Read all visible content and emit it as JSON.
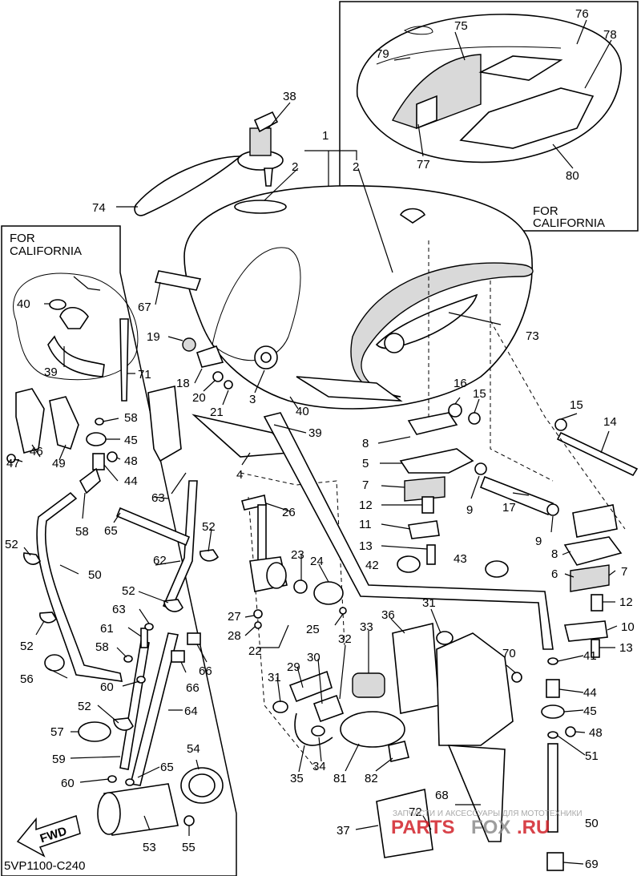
{
  "inset_top_right": {
    "caption_line1": "FOR",
    "caption_line2": "CALIFORNIA"
  },
  "inset_left": {
    "caption_line1": "FOR",
    "caption_line2": "CALIFORNIA"
  },
  "arrow": {
    "label": "FWD"
  },
  "footer": {
    "code": "5VP1100-C240"
  },
  "watermark": {
    "line1": "ЗАПЧАСТИ И АКСЕССУАРЫ ДЛЯ МОТОТЕХНИКИ",
    "line2_red": "PARTS",
    "line2_gray": "FOX",
    "line2_suffix": ".RU",
    "red": "#d2222a",
    "gray": "#8c8c8c"
  },
  "callouts": [
    {
      "id": "c1",
      "text": "1"
    },
    {
      "id": "c2a",
      "text": "2"
    },
    {
      "id": "c2b",
      "text": "2"
    },
    {
      "id": "c3",
      "text": "3"
    },
    {
      "id": "c4",
      "text": "4"
    },
    {
      "id": "c5",
      "text": "5"
    },
    {
      "id": "c6",
      "text": "6"
    },
    {
      "id": "c7a",
      "text": "7"
    },
    {
      "id": "c7b",
      "text": "7"
    },
    {
      "id": "c8a",
      "text": "8"
    },
    {
      "id": "c8b",
      "text": "8"
    },
    {
      "id": "c9a",
      "text": "9"
    },
    {
      "id": "c9b",
      "text": "9"
    },
    {
      "id": "c10",
      "text": "10"
    },
    {
      "id": "c11",
      "text": "11"
    },
    {
      "id": "c12a",
      "text": "12"
    },
    {
      "id": "c12b",
      "text": "12"
    },
    {
      "id": "c13a",
      "text": "13"
    },
    {
      "id": "c13b",
      "text": "13"
    },
    {
      "id": "c14",
      "text": "14"
    },
    {
      "id": "c15a",
      "text": "15"
    },
    {
      "id": "c15b",
      "text": "15"
    },
    {
      "id": "c16",
      "text": "16"
    },
    {
      "id": "c17",
      "text": "17"
    },
    {
      "id": "c18",
      "text": "18"
    },
    {
      "id": "c19",
      "text": "19"
    },
    {
      "id": "c20",
      "text": "20"
    },
    {
      "id": "c21",
      "text": "21"
    },
    {
      "id": "c22",
      "text": "22"
    },
    {
      "id": "c23",
      "text": "23"
    },
    {
      "id": "c24",
      "text": "24"
    },
    {
      "id": "c25",
      "text": "25"
    },
    {
      "id": "c26",
      "text": "26"
    },
    {
      "id": "c27",
      "text": "27"
    },
    {
      "id": "c28",
      "text": "28"
    },
    {
      "id": "c29",
      "text": "29"
    },
    {
      "id": "c30",
      "text": "30"
    },
    {
      "id": "c31a",
      "text": "31"
    },
    {
      "id": "c31b",
      "text": "31"
    },
    {
      "id": "c32",
      "text": "32"
    },
    {
      "id": "c33",
      "text": "33"
    },
    {
      "id": "c34",
      "text": "34"
    },
    {
      "id": "c35",
      "text": "35"
    },
    {
      "id": "c36",
      "text": "36"
    },
    {
      "id": "c37",
      "text": "37"
    },
    {
      "id": "c38",
      "text": "38"
    },
    {
      "id": "c39a",
      "text": "39"
    },
    {
      "id": "c39b",
      "text": "39"
    },
    {
      "id": "c40a",
      "text": "40"
    },
    {
      "id": "c40b",
      "text": "40"
    },
    {
      "id": "c41",
      "text": "41"
    },
    {
      "id": "c42",
      "text": "42"
    },
    {
      "id": "c43",
      "text": "43"
    },
    {
      "id": "c44a",
      "text": "44"
    },
    {
      "id": "c44b",
      "text": "44"
    },
    {
      "id": "c45a",
      "text": "45"
    },
    {
      "id": "c45b",
      "text": "45"
    },
    {
      "id": "c46",
      "text": "46"
    },
    {
      "id": "c47",
      "text": "47"
    },
    {
      "id": "c48a",
      "text": "48"
    },
    {
      "id": "c48b",
      "text": "48"
    },
    {
      "id": "c49",
      "text": "49"
    },
    {
      "id": "c50a",
      "text": "50"
    },
    {
      "id": "c50b",
      "text": "50"
    },
    {
      "id": "c51",
      "text": "51"
    },
    {
      "id": "c52a",
      "text": "52"
    },
    {
      "id": "c52b",
      "text": "52"
    },
    {
      "id": "c52c",
      "text": "52"
    },
    {
      "id": "c52d",
      "text": "52"
    },
    {
      "id": "c52e",
      "text": "52"
    },
    {
      "id": "c53",
      "text": "53"
    },
    {
      "id": "c54",
      "text": "54"
    },
    {
      "id": "c55",
      "text": "55"
    },
    {
      "id": "c56",
      "text": "56"
    },
    {
      "id": "c57",
      "text": "57"
    },
    {
      "id": "c58a",
      "text": "58"
    },
    {
      "id": "c58b",
      "text": "58"
    },
    {
      "id": "c58c",
      "text": "58"
    },
    {
      "id": "c59",
      "text": "59"
    },
    {
      "id": "c60a",
      "text": "60"
    },
    {
      "id": "c60b",
      "text": "60"
    },
    {
      "id": "c61",
      "text": "61"
    },
    {
      "id": "c62",
      "text": "62"
    },
    {
      "id": "c63a",
      "text": "63"
    },
    {
      "id": "c63b",
      "text": "63"
    },
    {
      "id": "c64",
      "text": "64"
    },
    {
      "id": "c65a",
      "text": "65"
    },
    {
      "id": "c65b",
      "text": "65"
    },
    {
      "id": "c66a",
      "text": "66"
    },
    {
      "id": "c66b",
      "text": "66"
    },
    {
      "id": "c67",
      "text": "67"
    },
    {
      "id": "c68",
      "text": "68"
    },
    {
      "id": "c69",
      "text": "69"
    },
    {
      "id": "c70",
      "text": "70"
    },
    {
      "id": "c71",
      "text": "71"
    },
    {
      "id": "c72",
      "text": "72"
    },
    {
      "id": "c73",
      "text": "73"
    },
    {
      "id": "c74",
      "text": "74"
    },
    {
      "id": "c75",
      "text": "75"
    },
    {
      "id": "c76",
      "text": "76"
    },
    {
      "id": "c77",
      "text": "77"
    },
    {
      "id": "c78",
      "text": "78"
    },
    {
      "id": "c79",
      "text": "79"
    },
    {
      "id": "c80",
      "text": "80"
    },
    {
      "id": "c81",
      "text": "81"
    },
    {
      "id": "c82",
      "text": "82"
    }
  ]
}
